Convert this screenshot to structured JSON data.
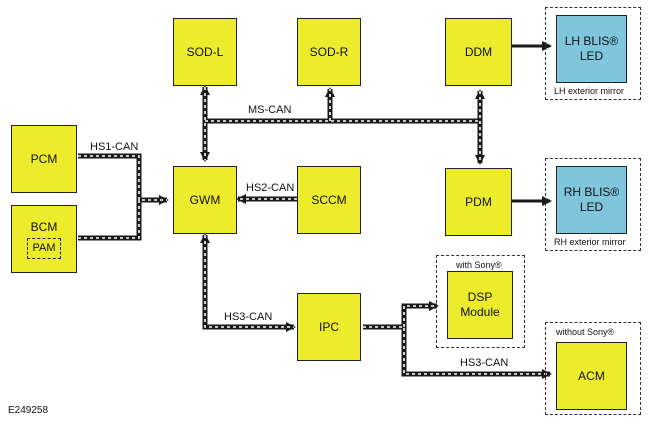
{
  "colors": {
    "module": "#ecec2c",
    "led": "#7fc6dd",
    "bus_dark": "#1a1a1a",
    "bus_dash": "#ffffff"
  },
  "modules": {
    "sod_l": "SOD-L",
    "sod_r": "SOD-R",
    "ddm": "DDM",
    "pcm": "PCM",
    "gwm": "GWM",
    "sccm": "SCCM",
    "pdm": "PDM",
    "bcm": "BCM",
    "pam": "PAM",
    "ipc": "IPC",
    "dsp": [
      "DSP",
      "Module"
    ],
    "acm": "ACM",
    "lh_led": [
      "LH BLIS®",
      "LED"
    ],
    "rh_led": [
      "RH BLIS®",
      "LED"
    ]
  },
  "groups": {
    "lh_mirror": "LH exterior mirror",
    "rh_mirror": "RH exterior mirror",
    "with_sony": "with Sony®",
    "without_sony": "without Sony®"
  },
  "buses": {
    "ms_can": "MS-CAN",
    "hs1_can": "HS1-CAN",
    "hs2_can": "HS2-CAN",
    "hs3_can_gwm": "HS3-CAN",
    "hs3_can_acm": "HS3-CAN"
  },
  "figure_id": "E249258"
}
